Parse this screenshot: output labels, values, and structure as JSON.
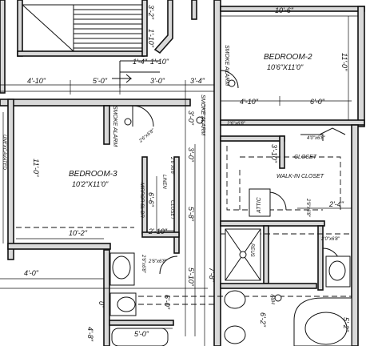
{
  "rooms": {
    "bedroom2": {
      "name": "BEDROOM-2",
      "size": "10'6\"X11'0\""
    },
    "bedroom3": {
      "name": "BEDROOM-3",
      "size": "10'2\"X11'0\""
    },
    "closet": "CLOSET",
    "walk_in_closet": "WALK-IN CLOSET",
    "attic": "ATTIC",
    "linen": "LINEN",
    "mirror_closet": "MIRROR SL.DR",
    "closet_label": "CLOSET"
  },
  "notes": {
    "smoke_alarm": "SMOKE ALARM",
    "reus": "REUS",
    "hrv": "HRV",
    "unexcavated": "UNEXCAVATED"
  },
  "dimensions": {
    "d_top_bed2": "10'-6\"",
    "d_3_2": "3'-2\"",
    "d_1_10_top": "1'-10\"",
    "d_1_4": "1'-4\"",
    "d_1_10b": "1'-10\"",
    "d_11_0_right": "11'-0\"",
    "d_4_10_left": "4'-10\"",
    "d_5_0": "5'-0\"",
    "d_3_0": "3'-0\"",
    "d_3_4": "3'-4\"",
    "d_4_10_mid": "4'-10\"",
    "d_6_0": "6'-0\"",
    "d_3_0_v": "3'-0\"",
    "d_3_0_v2": "3'-0\"",
    "d_11_0_left": "11'-0\"",
    "d_6_6": "6'-6\"",
    "d_5_8": "5'-8\"",
    "d_10_2": "10'-2\"",
    "d_2_10": "2'-10\"",
    "d_4_0": "4'-0\"",
    "d_7_8": "7'-8\"",
    "d_5_10": "5'-10\"",
    "d_0": "0\"",
    "d_6_0_b": "6'-0\"",
    "d_5_0_b": "5'-0\"",
    "d_4_8": "4'-8\"",
    "d_6_2": "6'-2\"",
    "d_5_2": "5'-2\"",
    "d_3_10": "3'-10\"",
    "d_2_4": "2'-4\""
  },
  "door_tags": {
    "t1": "2'6\"x6'8\"",
    "t2": "4'0\"x6'8\"",
    "t3": "2'6\"x6'8\"",
    "t4": "2'6\"x6'8\"",
    "t5": "2'6\"x6'8\"",
    "t6": "2'0\"x6'8\"",
    "t7": "2'6\"x6'8\"",
    "t8": "2'6\"x6'8\""
  }
}
